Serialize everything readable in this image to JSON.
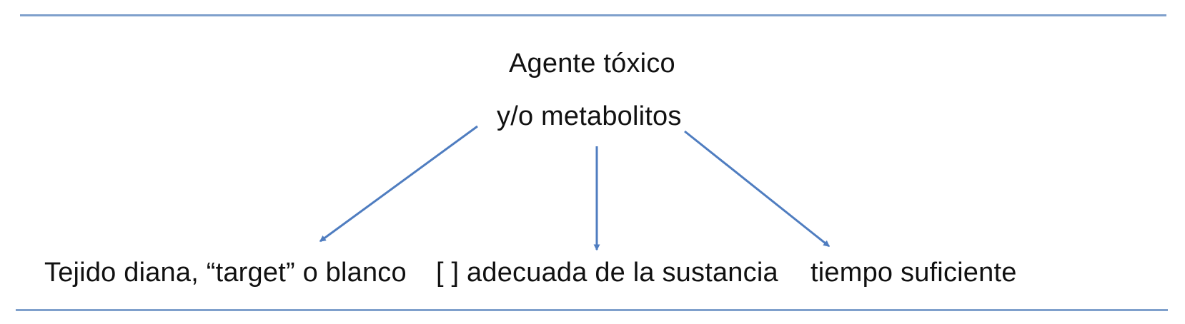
{
  "diagram": {
    "source": {
      "line1": "Agente tóxico",
      "line2": "y/o metabolitos"
    },
    "targets": {
      "left": "Tejido diana, “target” o blanco",
      "center": "[ ] adecuada de la sustancia",
      "right": "tiempo suficiente"
    },
    "colors": {
      "rule": "#7fa0cc",
      "arrow": "#4f7dc0",
      "text": "#111111"
    }
  }
}
